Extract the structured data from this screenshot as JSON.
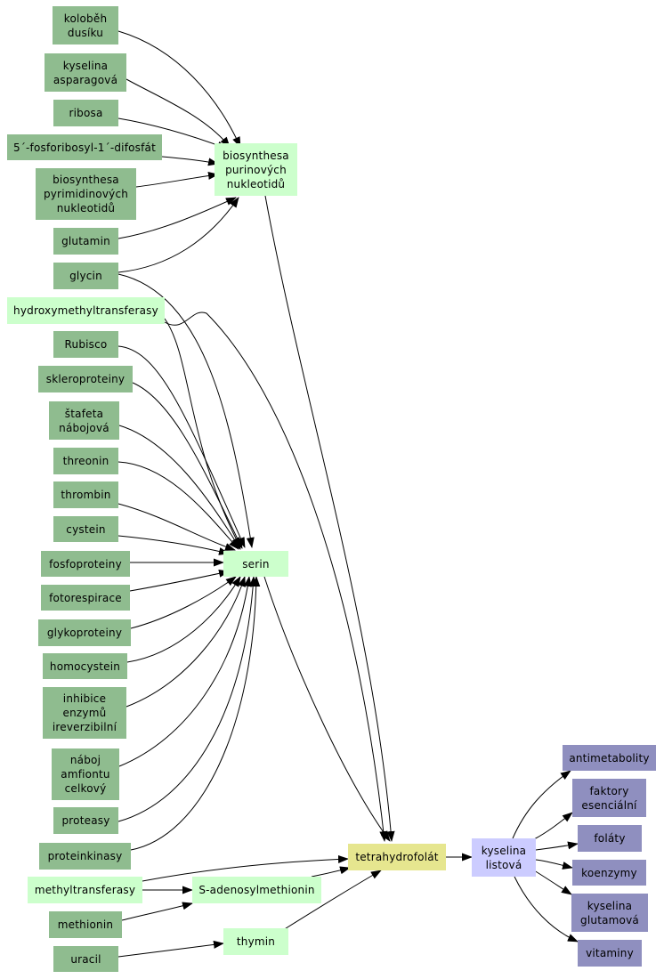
{
  "nodes": {
    "kolobeh": {
      "label": "koloběh\ndusíku"
    },
    "asparag": {
      "label": "kyselina\nasparagová"
    },
    "ribosa": {
      "label": "ribosa"
    },
    "fosforibosyl": {
      "label": "5´-fosforibosyl-1´-difosfát"
    },
    "biopyr": {
      "label": "biosynthesa\npyrimidinových\nnukleotidů"
    },
    "glutamin": {
      "label": "glutamin"
    },
    "glycin": {
      "label": "glycin"
    },
    "hydroxy": {
      "label": "hydroxymethyltransferasy"
    },
    "rubisco": {
      "label": "Rubisco"
    },
    "sklero": {
      "label": "skleroproteiny"
    },
    "stafeta": {
      "label": "štafeta\nnábojová"
    },
    "threonin": {
      "label": "threonin"
    },
    "thrombin": {
      "label": "thrombin"
    },
    "cystein": {
      "label": "cystein"
    },
    "fosfoprot": {
      "label": "fosfoproteiny"
    },
    "fotoresp": {
      "label": "fotorespirace"
    },
    "glykoprot": {
      "label": "glykoproteiny"
    },
    "homocystein": {
      "label": "homocystein"
    },
    "inhibice": {
      "label": "inhibice\nenzymů\nireverzibilní"
    },
    "naboj": {
      "label": "náboj\namfiontu\ncelkový"
    },
    "proteasy": {
      "label": "proteasy"
    },
    "proteinkin": {
      "label": "proteinkinasy"
    },
    "methyltrans": {
      "label": "methyltransferasy"
    },
    "methionin": {
      "label": "methionin"
    },
    "uracil": {
      "label": "uracil"
    },
    "biopur": {
      "label": "biosynthesa\npurinových\nnukleotidů"
    },
    "serin": {
      "label": "serin"
    },
    "sadenosyl": {
      "label": "S-adenosylmethionin"
    },
    "thymin": {
      "label": "thymin"
    },
    "thf": {
      "label": "tetrahydrofolát"
    },
    "listova": {
      "label": "kyselina\nlistová"
    },
    "antimet": {
      "label": "antimetabolity"
    },
    "faktory": {
      "label": "faktory\nesenciální"
    },
    "folaty": {
      "label": "foláty"
    },
    "koenzymy": {
      "label": "koenzymy"
    },
    "glutamova": {
      "label": "kyselina\nglutamová"
    },
    "vitaminy": {
      "label": "vitaminy"
    }
  },
  "edges": [
    [
      "kolobeh",
      "biopur"
    ],
    [
      "asparag",
      "biopur"
    ],
    [
      "ribosa",
      "biopur"
    ],
    [
      "fosforibosyl",
      "biopur"
    ],
    [
      "biopyr",
      "biopur"
    ],
    [
      "glutamin",
      "biopur"
    ],
    [
      "glycin",
      "biopur"
    ],
    [
      "glycin",
      "serin"
    ],
    [
      "hydroxy",
      "serin"
    ],
    [
      "hydroxy",
      "thf"
    ],
    [
      "rubisco",
      "serin"
    ],
    [
      "sklero",
      "serin"
    ],
    [
      "stafeta",
      "serin"
    ],
    [
      "threonin",
      "serin"
    ],
    [
      "thrombin",
      "serin"
    ],
    [
      "cystein",
      "serin"
    ],
    [
      "fosfoprot",
      "serin"
    ],
    [
      "fotoresp",
      "serin"
    ],
    [
      "glykoprot",
      "serin"
    ],
    [
      "homocystein",
      "serin"
    ],
    [
      "inhibice",
      "serin"
    ],
    [
      "naboj",
      "serin"
    ],
    [
      "proteasy",
      "serin"
    ],
    [
      "proteinkin",
      "serin"
    ],
    [
      "biopur",
      "thf"
    ],
    [
      "serin",
      "thf"
    ],
    [
      "methyltrans",
      "thf"
    ],
    [
      "methyltrans",
      "sadenosyl"
    ],
    [
      "methionin",
      "sadenosyl"
    ],
    [
      "sadenosyl",
      "thf"
    ],
    [
      "uracil",
      "thymin"
    ],
    [
      "thymin",
      "thf"
    ],
    [
      "thf",
      "listova"
    ],
    [
      "listova",
      "antimet"
    ],
    [
      "listova",
      "faktory"
    ],
    [
      "listova",
      "folaty"
    ],
    [
      "listova",
      "koenzymy"
    ],
    [
      "listova",
      "glutamova"
    ],
    [
      "listova",
      "vitaminy"
    ]
  ]
}
